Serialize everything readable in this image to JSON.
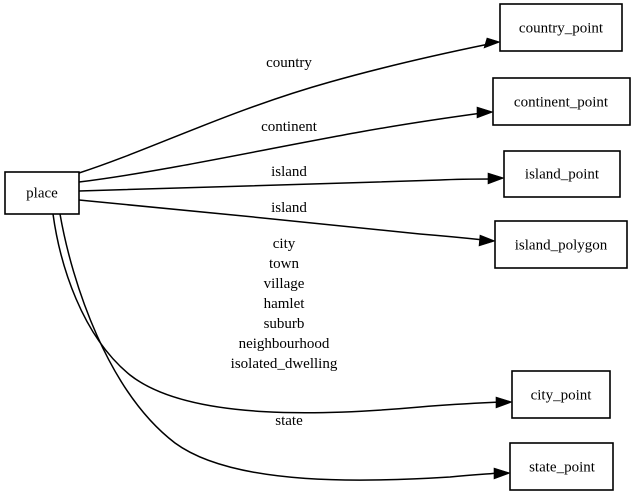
{
  "diagram": {
    "type": "directed-graph",
    "orientation": "left-to-right",
    "background_color": "#ffffff",
    "line_color": "#000000",
    "node_fill": "#ffffff",
    "source_node": {
      "id": "place",
      "label": "place"
    },
    "nodes": [
      {
        "id": "place",
        "label": "place"
      },
      {
        "id": "country_point",
        "label": "country_point"
      },
      {
        "id": "continent_point",
        "label": "continent_point"
      },
      {
        "id": "island_point",
        "label": "island_point"
      },
      {
        "id": "island_polygon",
        "label": "island_polygon"
      },
      {
        "id": "city_point",
        "label": "city_point"
      },
      {
        "id": "state_point",
        "label": "state_point"
      }
    ],
    "edges": [
      {
        "from": "place",
        "to": "country_point",
        "label": "country"
      },
      {
        "from": "place",
        "to": "continent_point",
        "label": "continent"
      },
      {
        "from": "place",
        "to": "island_point",
        "label": "island"
      },
      {
        "from": "place",
        "to": "island_polygon",
        "label": "island"
      },
      {
        "from": "place",
        "to": "city_point",
        "label": "city\ntown\nvillage\nhamlet\nsuburb\nneighbourhood\nisolated_dwelling",
        "label_lines": [
          "city",
          "town",
          "village",
          "hamlet",
          "suburb",
          "neighbourhood",
          "isolated_dwelling"
        ]
      },
      {
        "from": "place",
        "to": "state_point",
        "label": "state"
      }
    ],
    "labels": {
      "country": "country",
      "continent": "continent",
      "island_1": "island",
      "island_2": "island",
      "state": "state",
      "city_group": {
        "line_1": "city",
        "line_2": "town",
        "line_3": "village",
        "line_4": "hamlet",
        "line_5": "suburb",
        "line_6": "neighbourhood",
        "line_7": "isolated_dwelling"
      }
    }
  }
}
